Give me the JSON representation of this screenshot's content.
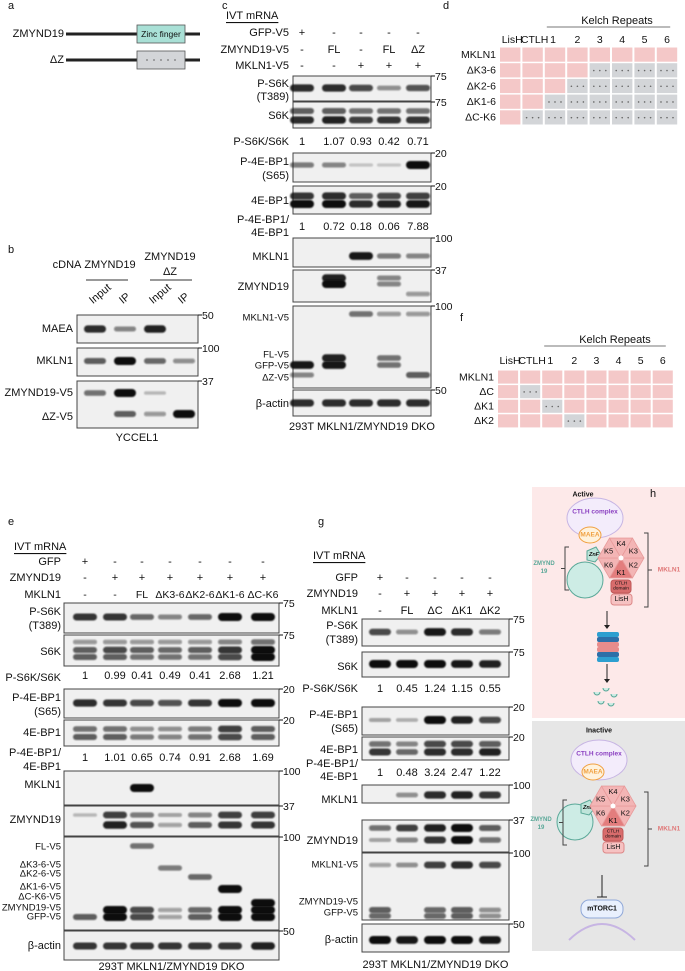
{
  "colors": {
    "domain_present": "#f4c8c8",
    "domain_deleted": "#d3d5d8",
    "zinc_finger": "#a9e0d6",
    "blot_background": "#f0f0f0",
    "active_bg": "#fde9e9",
    "inactive_bg": "#e6e6e6",
    "ctlh_text": "#8a3fc0",
    "maea": "#f0a040",
    "zmynd19": "#5aa898",
    "mkln1": "#e07878"
  },
  "panels": {
    "a": {
      "letter": "a",
      "constructs": [
        {
          "name": "ZMYND19",
          "domain": "Zinc finger",
          "deleted": false
        },
        {
          "name": "ΔZ",
          "domain": "",
          "deleted": true
        }
      ]
    },
    "b": {
      "letter": "b",
      "cdna_label": "cDNA",
      "groups": [
        {
          "name": [
            "ZMYND19"
          ]
        },
        {
          "name": [
            "ZMYND19",
            "ΔZ"
          ]
        }
      ],
      "lanes": [
        "Input",
        "IP",
        "Input",
        "IP"
      ],
      "rows": [
        {
          "type": "blot",
          "labels": [
            "MAEA"
          ],
          "marker": "50",
          "bands": [
            [
              0.85,
              0.4,
              0.9,
              0
            ]
          ]
        },
        {
          "type": "blot",
          "labels": [
            "MKLN1"
          ],
          "marker": "100",
          "bands": [
            [
              0.6,
              1,
              0.55,
              0.35
            ]
          ]
        },
        {
          "type": "blot",
          "labels": [
            "ZMYND19-V5",
            "ΔZ-V5"
          ],
          "marker": "37",
          "bands": [
            [
              0.5,
              1,
              0.1,
              0
            ],
            [
              0,
              0.6,
              0.3,
              1
            ]
          ]
        }
      ],
      "caption": "YCCEL1"
    },
    "c": {
      "letter": "c",
      "header": "IVT mRNA",
      "conditions": [
        {
          "name": "GFP-V5",
          "values": [
            "+",
            "-",
            "-",
            "-",
            "-"
          ]
        },
        {
          "name": "ZMYND19-V5",
          "values": [
            "-",
            "FL",
            "-",
            "FL",
            "ΔZ"
          ]
        },
        {
          "name": "MKLN1-V5",
          "values": [
            "-",
            "-",
            "+",
            "+",
            "+"
          ]
        }
      ],
      "rows": [
        {
          "type": "blot",
          "labels": [
            "P-S6K",
            "(T389)"
          ],
          "marker": "75",
          "bands": [
            [
              0.85,
              0.85,
              0.7,
              0.35,
              0.65
            ]
          ]
        },
        {
          "type": "blot",
          "labels": [
            "S6K"
          ],
          "marker": "75",
          "bands": [
            [
              0.6,
              0.6,
              0.5,
              0.5,
              0.5
            ],
            [
              0.85,
              0.9,
              0.75,
              0.8,
              0.8
            ]
          ]
        },
        {
          "type": "ratio",
          "labels": [
            "P-S6K/S6K"
          ],
          "values": [
            "1",
            "1.07",
            "0.93",
            "0.42",
            "0.71"
          ]
        },
        {
          "type": "blot",
          "labels": [
            "P-4E-BP1",
            "(S65)"
          ],
          "marker": "20",
          "bands": [
            [
              0.45,
              0.4,
              0.05,
              0.03,
              1
            ]
          ]
        },
        {
          "type": "blot",
          "labels": [
            "4E-BP1"
          ],
          "marker": "20",
          "bands": [
            [
              0.8,
              0.85,
              0.6,
              0.7,
              0.75
            ],
            [
              1,
              1,
              0.85,
              0.9,
              0.95
            ]
          ]
        },
        {
          "type": "ratio",
          "labels": [
            "P-4E-BP1/",
            "4E-BP1"
          ],
          "values": [
            "1",
            "0.72",
            "0.18",
            "0.06",
            "7.88"
          ]
        },
        {
          "type": "blot",
          "labels": [
            "MKLN1"
          ],
          "marker": "100",
          "bands": [
            [
              0,
              0,
              0.95,
              0.45,
              0.4
            ]
          ]
        },
        {
          "type": "blot",
          "labels": [
            "ZMYND19"
          ],
          "marker": "37",
          "bands": [
            [
              0,
              0.9,
              0,
              0.4,
              0
            ],
            [
              0,
              1,
              0,
              0.4,
              0
            ],
            [
              0,
              0,
              0,
              0,
              0.3
            ]
          ]
        },
        {
          "type": "blot",
          "labels": [
            "MKLN1-V5",
            "FL-V5",
            "GFP-V5",
            "ΔZ-V5"
          ],
          "marker": "100",
          "bands": [
            [
              0,
              0,
              0.5,
              0.3,
              0.3
            ],
            [
              0,
              0.9,
              0,
              0.5,
              0
            ],
            [
              0.95,
              0.95,
              0,
              0.5,
              0
            ],
            [
              0.4,
              0,
              0,
              0,
              0.6
            ]
          ]
        },
        {
          "type": "blot",
          "labels": [
            "β-actin"
          ],
          "marker": "50",
          "bands": [
            [
              0.85,
              0.85,
              0.85,
              0.85,
              0.85
            ]
          ]
        }
      ],
      "caption": "293T MKLN1/ZMYND19 DKO"
    },
    "d": {
      "letter": "d",
      "group_label": "Kelch Repeats",
      "domains": [
        "LisH",
        "CTLH",
        "1",
        "2",
        "3",
        "4",
        "5",
        "6"
      ],
      "constructs": [
        {
          "name": "MKLN1",
          "deleted": []
        },
        {
          "name": "ΔK3-6",
          "deleted": [
            "3",
            "4",
            "5",
            "6"
          ]
        },
        {
          "name": "ΔK2-6",
          "deleted": [
            "2",
            "3",
            "4",
            "5",
            "6"
          ]
        },
        {
          "name": "ΔK1-6",
          "deleted": [
            "1",
            "2",
            "3",
            "4",
            "5",
            "6"
          ]
        },
        {
          "name": "ΔC-K6",
          "deleted": [
            "CTLH",
            "1",
            "2",
            "3",
            "4",
            "5",
            "6"
          ]
        }
      ]
    },
    "e": {
      "letter": "e",
      "header": "IVT mRNA",
      "conditions": [
        {
          "name": "GFP",
          "values": [
            "+",
            "-",
            "-",
            "-",
            "-",
            "-",
            "-"
          ]
        },
        {
          "name": "ZMYND19",
          "values": [
            "-",
            "+",
            "+",
            "+",
            "+",
            "+",
            "+"
          ]
        },
        {
          "name": "MKLN1",
          "values": [
            "-",
            "-",
            "FL",
            "ΔK3-6",
            "ΔK2-6",
            "ΔK1-6",
            "ΔC-K6"
          ]
        }
      ],
      "rows": [
        {
          "type": "blot",
          "labels": [
            "P-S6K",
            "(T389)"
          ],
          "marker": "75",
          "bands": [
            [
              0.8,
              0.8,
              0.55,
              0.4,
              0.55,
              1,
              1
            ]
          ]
        },
        {
          "type": "blot",
          "labels": [
            "S6K"
          ],
          "marker": "75",
          "bands": [
            [
              0.3,
              0.3,
              0.3,
              0.3,
              0.3,
              0.4,
              0.5
            ],
            [
              0.6,
              0.7,
              0.6,
              0.55,
              0.6,
              0.8,
              1
            ],
            [
              0.6,
              0.6,
              0.5,
              0.5,
              0.5,
              0.7,
              1
            ]
          ]
        },
        {
          "type": "ratio",
          "labels": [
            "P-S6K/S6K"
          ],
          "values": [
            "1",
            "0.99",
            "0.41",
            "0.49",
            "0.41",
            "2.68",
            "1.21"
          ]
        },
        {
          "type": "blot",
          "labels": [
            "P-4E-BP1",
            "(S65)"
          ],
          "marker": "20",
          "bands": [
            [
              0.85,
              0.8,
              0.7,
              0.65,
              0.8,
              1,
              1
            ]
          ]
        },
        {
          "type": "blot",
          "labels": [
            "4E-BP1"
          ],
          "marker": "20",
          "bands": [
            [
              0.5,
              0.5,
              0.35,
              0.35,
              0.45,
              0.75,
              0.6
            ],
            [
              0.6,
              0.6,
              0.45,
              0.4,
              0.5,
              0.7,
              0.6
            ]
          ]
        },
        {
          "type": "ratio",
          "labels": [
            "P-4E-BP1/",
            "4E-BP1"
          ],
          "values": [
            "1",
            "1.01",
            "0.65",
            "0.74",
            "0.91",
            "2.68",
            "1.69"
          ]
        },
        {
          "type": "blot",
          "labels": [
            "MKLN1"
          ],
          "marker": "100",
          "bands": [
            [
              0,
              0,
              1,
              0,
              0,
              0,
              0
            ]
          ]
        },
        {
          "type": "blot",
          "labels": [
            "ZMYND19"
          ],
          "marker": "37",
          "bands": [
            [
              0.1,
              0.75,
              0.45,
              0.2,
              0.4,
              0.75,
              0.75
            ],
            [
              0,
              0.9,
              0.65,
              0.25,
              0.6,
              0.8,
              0.8
            ]
          ]
        },
        {
          "type": "blot",
          "labels": [
            "FL-V5",
            "ΔK3-6-V5",
            "ΔK2-6-V5",
            "ΔK1-6-V5",
            "ΔC-K6-V5",
            "ZMYND19-V5",
            "GFP-V5"
          ],
          "marker": "100",
          "bands": [
            [
              0,
              0,
              0.5,
              0,
              0,
              0,
              0
            ],
            [
              0,
              0,
              0,
              0.45,
              0,
              0,
              0
            ],
            [
              0,
              0,
              0,
              0,
              0.55,
              0,
              0
            ],
            [
              0,
              0,
              0,
              0,
              0,
              1,
              0
            ],
            [
              0,
              0,
              0,
              0,
              0,
              0,
              1
            ],
            [
              0,
              1,
              0.7,
              0.25,
              0.55,
              1,
              1
            ],
            [
              0.6,
              1,
              0.7,
              0.25,
              0.6,
              1,
              1
            ]
          ]
        },
        {
          "type": "blot",
          "labels": [
            "β-actin"
          ],
          "marker": "50",
          "bands": [
            [
              0.8,
              0.8,
              0.8,
              0.8,
              0.8,
              0.8,
              0.9
            ]
          ]
        }
      ],
      "caption": "293T MKLN1/ZMYND19 DKO"
    },
    "f": {
      "letter": "f",
      "group_label": "Kelch Repeats",
      "domains": [
        "LisH",
        "CTLH",
        "1",
        "2",
        "3",
        "4",
        "5",
        "6"
      ],
      "constructs": [
        {
          "name": "MKLN1",
          "deleted": []
        },
        {
          "name": "ΔC",
          "deleted": [
            "CTLH"
          ]
        },
        {
          "name": "ΔK1",
          "deleted": [
            "1"
          ]
        },
        {
          "name": "ΔK2",
          "deleted": [
            "2"
          ]
        }
      ]
    },
    "g": {
      "letter": "g",
      "header": "IVT mRNA",
      "conditions": [
        {
          "name": "GFP",
          "values": [
            "+",
            "-",
            "-",
            "-",
            "-"
          ]
        },
        {
          "name": "ZMYND19",
          "values": [
            "-",
            "+",
            "+",
            "+",
            "+"
          ]
        },
        {
          "name": "MKLN1",
          "values": [
            "-",
            "FL",
            "ΔC",
            "ΔK1",
            "ΔK2"
          ]
        }
      ],
      "rows": [
        {
          "type": "blot",
          "labels": [
            "P-S6K",
            "(T389)"
          ],
          "marker": "75",
          "bands": [
            [
              0.7,
              0.35,
              0.95,
              0.85,
              0.45
            ]
          ]
        },
        {
          "type": "blot",
          "labels": [
            "S6K"
          ],
          "marker": "75",
          "bands": [
            [
              1,
              1,
              1,
              0.95,
              0.9
            ]
          ]
        },
        {
          "type": "ratio",
          "labels": [
            "P-S6K/S6K"
          ],
          "values": [
            "1",
            "0.45",
            "1.24",
            "1.15",
            "0.55"
          ]
        },
        {
          "type": "blot",
          "labels": [
            "P-4E-BP1",
            "(S65)"
          ],
          "marker": "20",
          "bands": [
            [
              0.2,
              0.15,
              1,
              0.9,
              0.7
            ]
          ]
        },
        {
          "type": "blot",
          "labels": [
            "4E-BP1"
          ],
          "marker": "20",
          "bands": [
            [
              0.5,
              0.4,
              0.7,
              0.7,
              0.6
            ],
            [
              0.8,
              0.55,
              0.85,
              0.85,
              0.9
            ]
          ]
        },
        {
          "type": "ratio",
          "labels": [
            "P-4E-BP1/",
            "4E-BP1"
          ],
          "values": [
            "1",
            "0.48",
            "3.24",
            "2.47",
            "1.22"
          ]
        },
        {
          "type": "blot",
          "labels": [
            "MKLN1"
          ],
          "marker": "100",
          "bands": [
            [
              0,
              0.35,
              0.85,
              0.9,
              0.8
            ]
          ]
        },
        {
          "type": "blot",
          "labels": [
            "ZMYND19"
          ],
          "marker": "37",
          "bands": [
            [
              0.5,
              0.75,
              0.9,
              1,
              0.6
            ],
            [
              0.2,
              0.4,
              0.8,
              1,
              0.5
            ]
          ]
        },
        {
          "type": "blot",
          "labels": [
            "MKLN1-V5",
            "ZMYND19-V5",
            "GFP-V5"
          ],
          "marker": "100",
          "bands": [
            [
              0.25,
              0.35,
              0.75,
              0.85,
              0.7
            ],
            [
              0.6,
              0,
              0.55,
              0.6,
              0.35
            ],
            [
              0.55,
              0,
              0.55,
              0.6,
              0.35
            ]
          ]
        },
        {
          "type": "blot",
          "labels": [
            "β-actin"
          ],
          "marker": "50",
          "bands": [
            [
              1,
              0.95,
              1,
              1,
              0.95
            ]
          ]
        }
      ],
      "caption": "293T MKLN1/ZMYND19 DKO"
    },
    "h": {
      "letter": "h",
      "states": [
        {
          "title": "Active",
          "ctlh": "CTLH complex",
          "maea": "MAEA",
          "znf": "ZnF",
          "zmynd19": [
            "ZMYND",
            "19"
          ],
          "kelch": [
            "K1",
            "K2",
            "K3",
            "K4",
            "K5",
            "K6"
          ],
          "ctlh_domain": [
            "CTLH",
            "domain"
          ],
          "lish": "LisH",
          "mkln1": "MKLN1"
        },
        {
          "title": "Inactive",
          "ctlh": "CTLH complex",
          "maea": "MAEA",
          "znf": "ZnF",
          "zmynd19": [
            "ZMYND",
            "19"
          ],
          "kelch": [
            "K1",
            "K2",
            "K3",
            "K4",
            "K5",
            "K6"
          ],
          "ctlh_domain": [
            "CTLH",
            "domain"
          ],
          "lish": "LisH",
          "mkln1": "MKLN1",
          "target": "mTORC1"
        }
      ]
    }
  }
}
